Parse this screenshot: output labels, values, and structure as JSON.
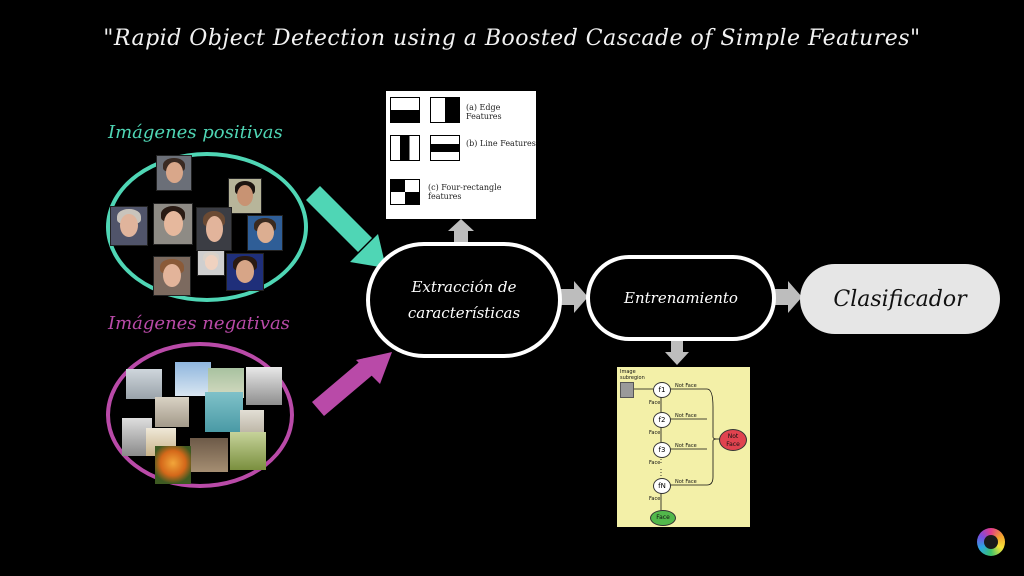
{
  "title": "\"Rapid Object Detection using a Boosted Cascade of Simple Features\"",
  "positives": {
    "label": "Imágenes positivas"
  },
  "negatives": {
    "label": "Imágenes negativas"
  },
  "stages": {
    "extraction": [
      "Extracción de",
      "características"
    ],
    "training": "Entrenamiento",
    "classifier": "Clasificador"
  },
  "haar_features": {
    "edge": "(a) Edge Features",
    "line": "(b) Line Features",
    "four": "(c) Four-rectangle features"
  },
  "cascade": {
    "subregion": [
      "Image",
      "subregion"
    ],
    "nodes": [
      "f1",
      "f2",
      "f3",
      "fN"
    ],
    "not_face": "Not Face",
    "face": "Face",
    "reject": [
      "Not",
      "Face"
    ],
    "accept": "Face"
  },
  "colors": {
    "positive": "#4fd6b5",
    "negative": "#b94aa8",
    "arrow_gray": "#bdbdbd"
  }
}
